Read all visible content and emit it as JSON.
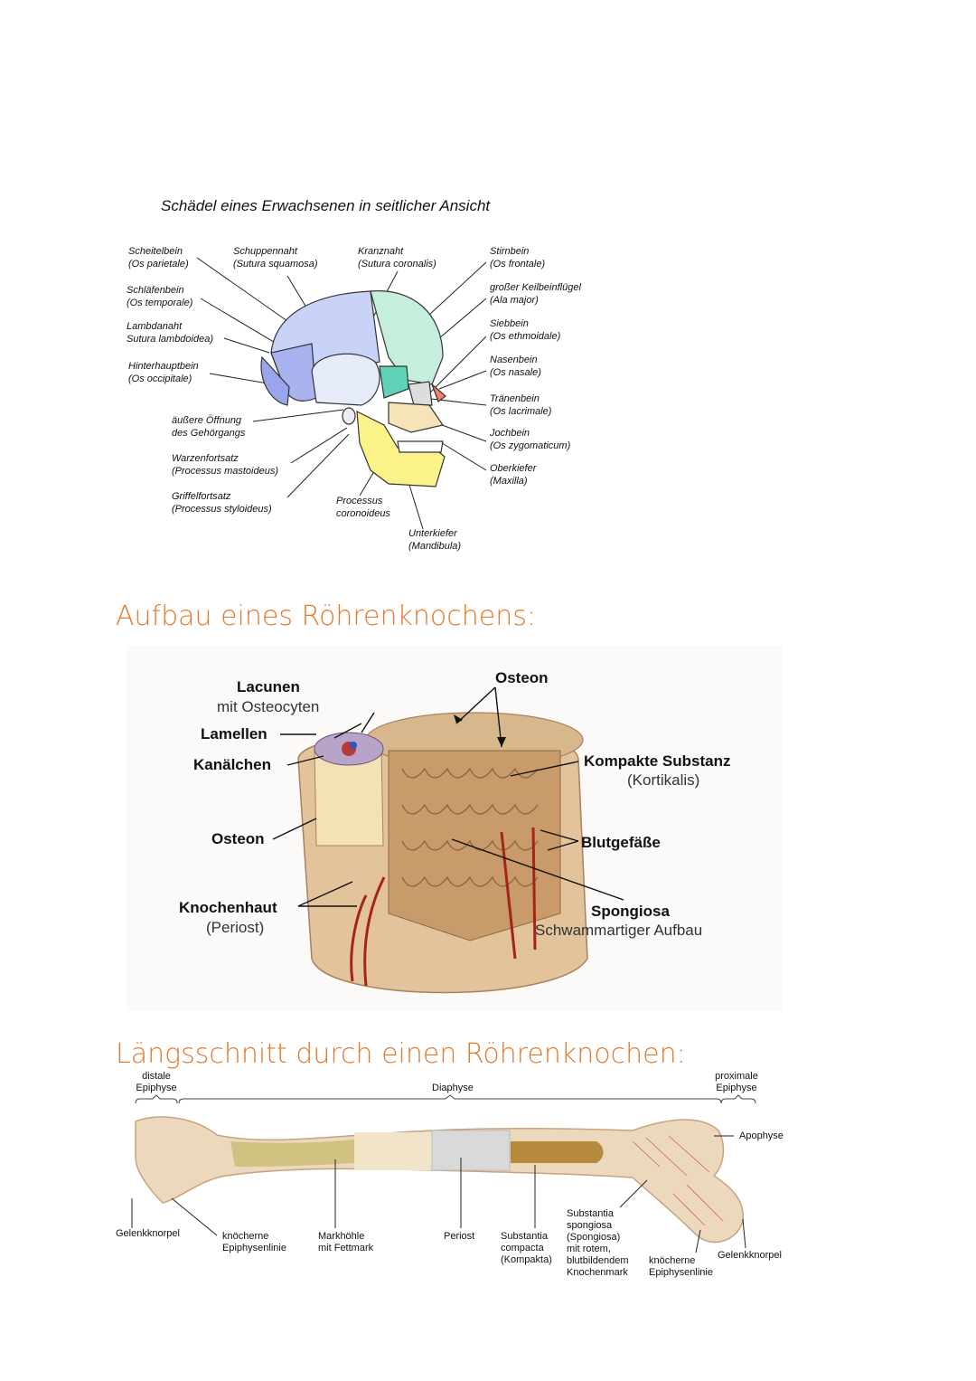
{
  "skull": {
    "title": "Schädel eines Erwachsenen in seitlicher Ansicht",
    "labels": {
      "scheitelbein": [
        "Scheitelbein",
        "(Os parietale)"
      ],
      "schuppennaht": [
        "Schuppennaht",
        "(Sutura squamosa)"
      ],
      "kranznaht": [
        "Kranznaht",
        "(Sutura coronalis)"
      ],
      "stirnbein": [
        "Stirnbein",
        "(Os frontale)"
      ],
      "schlaefenbein": [
        "Schläfenbein",
        "(Os temporale)"
      ],
      "keilbein": [
        "großer Keilbeinflügel",
        "(Ala major)"
      ],
      "lambdanaht": [
        "Lambdanaht",
        "Sutura lambdoidea)"
      ],
      "siebbein": [
        "Siebbein",
        "(Os ethmoidale)"
      ],
      "hinterhauptbein": [
        "Hinterhauptbein",
        "(Os occipitale)"
      ],
      "nasenbein": [
        "Nasenbein",
        "(Os nasale)"
      ],
      "traenenbein": [
        "Tränenbein",
        "(Os lacrimale)"
      ],
      "gehoergang": [
        "äußere Öffnung",
        "des Gehörgangs"
      ],
      "jochbein": [
        "Jochbein",
        "(Os zygomaticum)"
      ],
      "warzenfortsatz": [
        "Warzenfortsatz",
        "(Processus mastoideus)"
      ],
      "oberkiefer": [
        "Oberkiefer",
        "(Maxilla)"
      ],
      "griffelfortsatz": [
        "Griffelfortsatz",
        "(Processus styloideus)"
      ],
      "coronoideus": [
        "Processus",
        "coronoideus"
      ],
      "unterkiefer": [
        "Unterkiefer",
        "(Mandibula)"
      ]
    }
  },
  "bone_section": {
    "heading": "Aufbau eines Röhrenknochens:",
    "labels": {
      "lacunen": "Lacunen",
      "lacunen_sub": "mit Osteocyten",
      "lamellen": "Lamellen",
      "kanaelchen": "Kanälchen",
      "osteon_left": "Osteon",
      "osteon_top": "Osteon",
      "knochenhaut": "Knochenhaut",
      "knochenhaut_sub": "(Periost)",
      "kompakte": "Kompakte Substanz",
      "kompakte_sub": "(Kortikalis)",
      "blutgefaesse": "Blutgefäße",
      "spongiosa": "Spongiosa",
      "spongiosa_sub": "Schwammartiger Aufbau"
    }
  },
  "femur_section": {
    "heading": "Längsschnitt durch einen Röhrenknochen:",
    "top": {
      "distale": [
        "distale",
        "Epiphyse"
      ],
      "diaphyse": "Diaphyse",
      "proximale": [
        "proximale",
        "Epiphyse"
      ]
    },
    "labels": {
      "apophyse": "Apophyse",
      "gelenk_left": "Gelenkknorpel",
      "epiphysenlinie_left": [
        "knöcherne",
        "Epiphysenlinie"
      ],
      "markhoehle": [
        "Markhöhle",
        "mit Fettmark"
      ],
      "periost": "Periost",
      "compacta": [
        "Substantia",
        "compacta",
        "(Kompakta)"
      ],
      "spongiosa": [
        "Substantia",
        "spongiosa",
        "(Spongiosa)",
        "mit rotem,",
        "blutbildendem",
        "Knochenmark"
      ],
      "epiphysenlinie_right": [
        "knöcherne",
        "Epiphysenlinie"
      ],
      "gelenk_right": "Gelenkknorpel"
    }
  }
}
